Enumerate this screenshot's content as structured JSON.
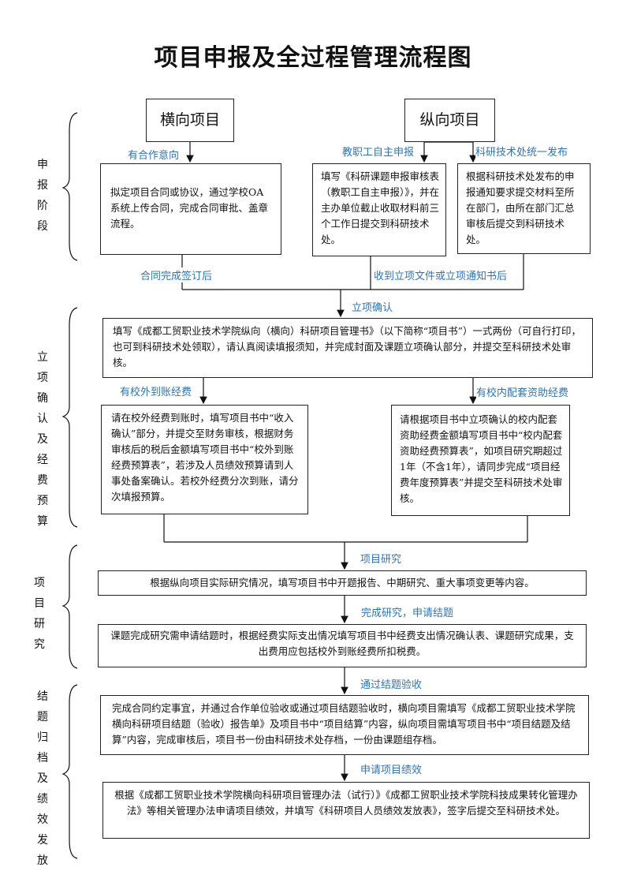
{
  "title": "项目申报及全过程管理流程图",
  "phases": {
    "p1": "申报阶段",
    "p2": "立项确认及经费预算",
    "p3a": "项目",
    "p3b": "研究",
    "p4": "结题归档及绩效发放"
  },
  "headers": {
    "horizontal": "横向项目",
    "vertical": "纵向项目"
  },
  "labels": {
    "cooperation": "有合作意向",
    "self_apply": "教职工自主申报",
    "dept_publish": "科研技术处统一发布",
    "contract_signed": "合同完成签订后",
    "notice_received": "收到立项文件或立项通知书后",
    "project_confirm": "立项确认",
    "external_funds": "有校外到账经费",
    "internal_funds": "有校内配套资助经费",
    "research": "项目研究",
    "finish_apply": "完成研究，申请结题",
    "pass_acceptance": "通过结题验收",
    "apply_performance": "申请项目绩效"
  },
  "boxes": {
    "horizontal_contract": "拟定项目合同或协议，通过学校OA系统上传合同，完成合同审批、盖章流程。",
    "vertical_self": "填写《科研课题申报审核表（教职工自主申报）》，并在主办单位截止收取材料前三个工作日提交到科研技术处。",
    "vertical_publish": "根据科研技术处发布的申报通知要求提交材料至所在部门，由所在部门汇总审核后提交到科研技术处。",
    "confirm": "填写《成都工贸职业技术学院纵向（横向）科研项目管理书》（以下简称“项目书”）一式两份（可自行打印，也可到科研技术处领取），请认真阅读填报须知，并完成封面及课题立项确认部分，并提交至科研技术处审核。",
    "external": "请在校外经费到账时，填写项目书中“收入确认”部分，并提交至财务审核，根据财务审核后的税后金额填写项目书中“校外到账经费预算表”，若涉及人员绩效预算请到人事处备案确认。若校外经费分次到账，请分次填报预算。",
    "internal": "请根据项目书中立项确认的校内配套资助经费金额填写项目书中“校内配套资助经费预算表”，如项目研究期超过1年（不含1年），请同步完成“项目经费年度预算表”并提交至科研技术处审核。",
    "research": "根据纵向项目实际研究情况，填写项目书中开题报告、中期研究、重大事项变更等内容。",
    "finish": "课题完成研究需申请结题时，根据经费实际支出情况填写项目书中经费支出情况确认表、课题研究成果，支出费用应包括校外到账经费所扣税费。",
    "acceptance": "完成合同约定事宜，并通过合作单位验收或通过项目结题验收时，横向项目需填写《成都工贸职业技术学院横向科研项目结题（验收）报告单》及项目书中“项目结算”内容，纵向项目需填写项目书中“项目结题及结算”内容，完成审核后，项目书一份由科研技术处存档，一份由课题组存档。",
    "performance": "根据《成都工贸职业技术学院横向科研项目管理办法（试行）》《成都工贸职业技术学院科技成果转化管理办法》等相关管理办法申请项目绩效，并填写《科研项目人员绩效发放表》，签字后提交至科研技术处。"
  }
}
